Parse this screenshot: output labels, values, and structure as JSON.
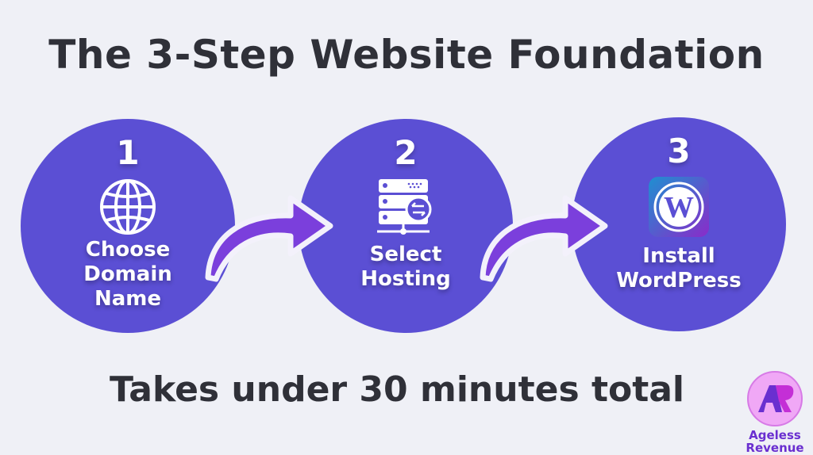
{
  "title": "The 3-Step Website Foundation",
  "steps": [
    {
      "number": "1",
      "icon": "globe-icon",
      "label_lines": [
        "Choose",
        "Domain",
        "Name"
      ]
    },
    {
      "number": "2",
      "icon": "server-icon",
      "label_lines": [
        "Select",
        "Hosting"
      ]
    },
    {
      "number": "3",
      "icon": "wordpress-icon",
      "label_lines": [
        "Install",
        "WordPress"
      ]
    }
  ],
  "footer": "Takes under 30 minutes total",
  "logo": {
    "monogram": "AR",
    "line1": "Ageless",
    "line2": "Revenue"
  },
  "colors": {
    "background": "#eff0f6",
    "circle": "#5b4fd4",
    "arrow": "#7b3fdc",
    "text": "#2f3038"
  }
}
